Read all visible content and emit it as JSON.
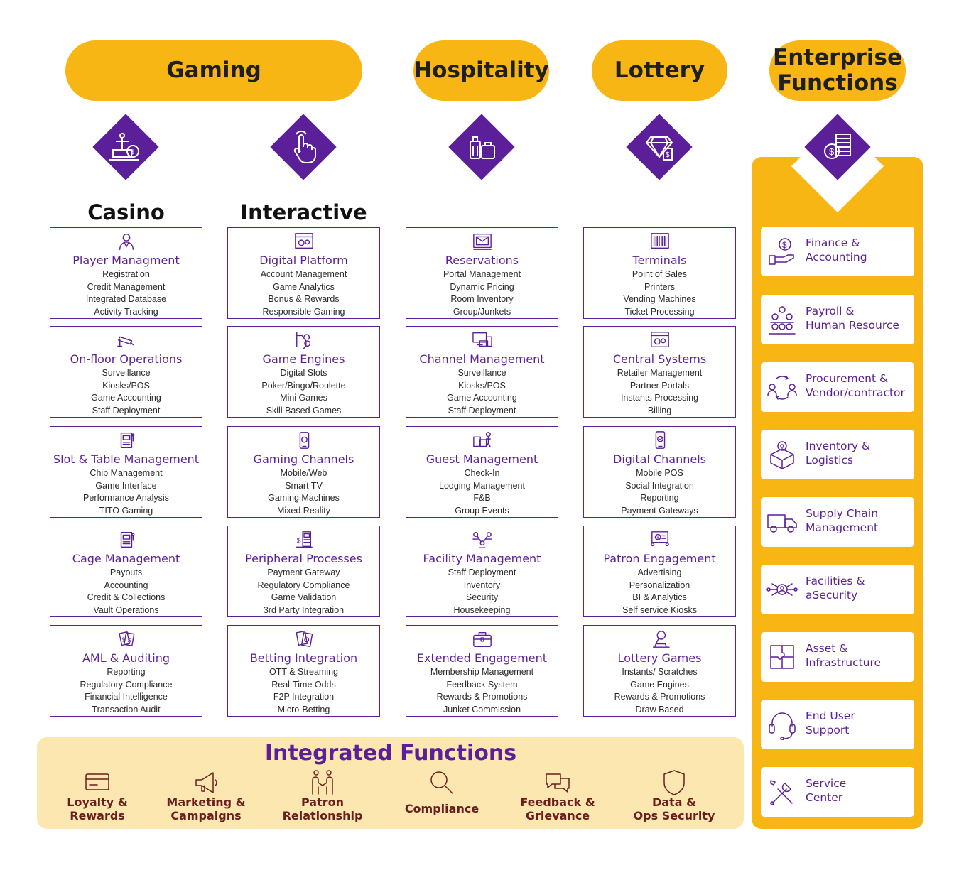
{
  "headers": {
    "gaming": "Gaming",
    "hospitality": "Hospitality",
    "lottery": "Lottery",
    "enterprise_line1": "Enterprise",
    "enterprise_line2": "Functions"
  },
  "subheaders": {
    "casino": "Casino",
    "interactive": "Interactive"
  },
  "columns": [
    {
      "cards": [
        {
          "title": "Player Managment",
          "icon": "player-icon",
          "items": [
            "Registration",
            "Credit Management",
            "Integrated Database",
            "Activity Tracking"
          ]
        },
        {
          "title": "On-floor Operations",
          "icon": "cctv-icon",
          "items": [
            "Surveillance",
            "Kiosks/POS",
            "Game Accounting",
            "Staff Deployment"
          ]
        },
        {
          "title": "Slot & Table Management",
          "icon": "slot-machine-icon",
          "items": [
            "Chip Management",
            "Game Interface",
            "Performance Analysis",
            "TITO Gaming"
          ]
        },
        {
          "title": "Cage Management",
          "icon": "slot-machine-icon",
          "items": [
            "Payouts",
            "Accounting",
            "Credit & Collections",
            "Vault Operations"
          ]
        },
        {
          "title": "AML & Auditing",
          "icon": "money-cards-icon",
          "items": [
            "Reporting",
            "Regulatory Compliance",
            "Financial Intelligence",
            "Transaction Audit"
          ]
        }
      ]
    },
    {
      "cards": [
        {
          "title": "Digital Platform",
          "icon": "browser-gear-icon",
          "items": [
            "Account Management",
            "Game Analytics",
            "Bonus & Rewards",
            "Responsible Gaming"
          ]
        },
        {
          "title": "Game Engines",
          "icon": "hand-coin-icon",
          "items": [
            "Digital Slots",
            "Poker/Bingo/Roulette",
            "Mini Games",
            "Skill Based Games"
          ]
        },
        {
          "title": "Gaming Channels",
          "icon": "mobile-icon",
          "items": [
            "Mobile/Web",
            "Smart TV",
            "Gaming Machines",
            "Mixed Reality"
          ]
        },
        {
          "title": "Peripheral Processes",
          "icon": "payment-terminal-icon",
          "items": [
            "Payment Gateway",
            "Regulatory Compliance",
            "Game Validation",
            "3rd Party Integration"
          ]
        },
        {
          "title": "Betting Integration",
          "icon": "playing-cards-icon",
          "items": [
            "OTT & Streaming",
            "Real-Time Odds",
            "F2P Integration",
            "Micro-Betting"
          ]
        }
      ]
    },
    {
      "cards": [
        {
          "title": "Reservations",
          "icon": "envelope-icon",
          "items": [
            "Portal Management",
            "Dynamic Pricing",
            "Room Inventory",
            "Group/Junkets"
          ]
        },
        {
          "title": "Channel Management",
          "icon": "devices-icon",
          "items": [
            "Surveillance",
            "Kiosks/POS",
            "Game Accounting",
            "Staff Deployment"
          ]
        },
        {
          "title": "Guest Management",
          "icon": "guest-icon",
          "items": [
            "Check-In",
            "Lodging Management",
            "F&B",
            "Group Events"
          ]
        },
        {
          "title": "Facility Management",
          "icon": "network-people-icon",
          "items": [
            "Staff Deployment",
            "Inventory",
            "Security",
            "Housekeeping"
          ]
        },
        {
          "title": "Extended Engagement",
          "icon": "briefcase-icon",
          "items": [
            "Membership Management",
            "Feedback System",
            "Rewards & Promotions",
            "Junket Commission"
          ]
        }
      ]
    },
    {
      "cards": [
        {
          "title": "Terminals",
          "icon": "barcode-icon",
          "items": [
            "Point of Sales",
            "Printers",
            "Vending Machines",
            "Ticket Processing"
          ]
        },
        {
          "title": "Central Systems",
          "icon": "browser-gear-icon",
          "items": [
            "Retailer Management",
            "Partner Portals",
            "Instants Processing",
            "Billing"
          ]
        },
        {
          "title": "Digital Channels",
          "icon": "mobile-check-icon",
          "items": [
            "Mobile POS",
            "Social Integration",
            "Reporting",
            "Payment Gateways"
          ]
        },
        {
          "title": "Patron Engagement",
          "icon": "presentation-icon",
          "items": [
            "Advertising",
            "Personalization",
            "BI & Analytics",
            "Self service Kiosks"
          ]
        },
        {
          "title": "Lottery Games",
          "icon": "lottery-machine-icon",
          "items": [
            "Instants/ Scratches",
            "Game Engines",
            "Rewards & Promotions",
            "Draw Based"
          ]
        }
      ]
    }
  ],
  "enterprise": [
    {
      "line1": "Finance &",
      "line2": "Accounting",
      "icon": "hand-dollar-icon"
    },
    {
      "line1": "Payroll &",
      "line2": "Human Resource",
      "icon": "team-icon"
    },
    {
      "line1": "Procurement &",
      "line2": "Vendor/contractor",
      "icon": "exchange-people-icon"
    },
    {
      "line1": "Inventory &",
      "line2": "Logistics",
      "icon": "box-location-icon"
    },
    {
      "line1": "Supply Chain",
      "line2": "Management",
      "icon": "truck-icon"
    },
    {
      "line1": "Facilities &",
      "line2": "aSecurity",
      "icon": "security-network-icon"
    },
    {
      "line1": "Asset &",
      "line2": "Infrastructure",
      "icon": "puzzle-icon"
    },
    {
      "line1": "End User",
      "line2": "Support",
      "icon": "headset-icon"
    },
    {
      "line1": "Service",
      "line2": "Center",
      "icon": "tools-icon"
    }
  ],
  "integrated": {
    "title": "Integrated Functions",
    "items": [
      {
        "line1": "Loyalty &",
        "line2": "Rewards",
        "icon": "card-icon"
      },
      {
        "line1": "Marketing &",
        "line2": "Campaigns",
        "icon": "megaphone-icon"
      },
      {
        "line1": "Patron",
        "line2": "Relationship",
        "icon": "handshake-icon"
      },
      {
        "line1": "Compliance",
        "line2": "",
        "icon": "magnifier-icon"
      },
      {
        "line1": "Feedback &",
        "line2": "Grievance",
        "icon": "chat-icon"
      },
      {
        "line1": "Data &",
        "line2": "Ops Security",
        "icon": "shield-icon"
      }
    ]
  },
  "colors": {
    "purple": "#5b1f99",
    "gold": "#f7b614",
    "cream": "#fde7b0",
    "brown": "#6a1e1e"
  }
}
